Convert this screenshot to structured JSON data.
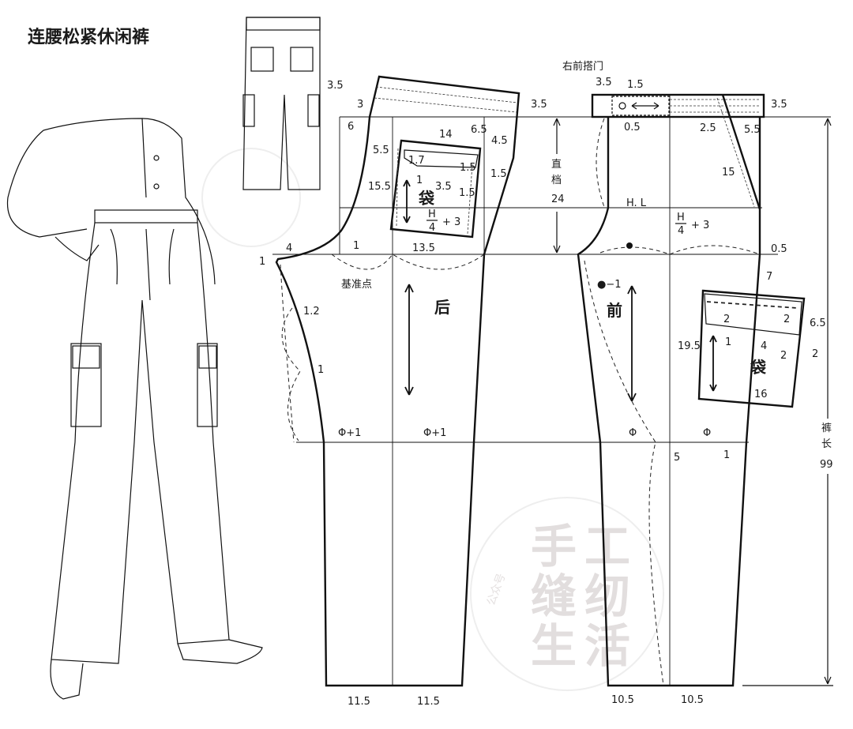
{
  "title": "连腰松紧休闲裤",
  "watermark": {
    "text": [
      "手",
      "工",
      "缝",
      "纫",
      "生",
      "活"
    ],
    "small": "公众号"
  },
  "back": {
    "labels": [
      "3.5",
      "3",
      "6",
      "14",
      "6.5",
      "4.5",
      "5.5",
      "1.7",
      "1.5",
      "1.5",
      "15.5",
      "1",
      "3.5",
      "1.5",
      "袋",
      "13.5",
      "4",
      "1",
      "1",
      "基准点",
      "后",
      "1.2",
      "1",
      "Φ+1",
      "Φ+1",
      "11.5",
      "11.5",
      "3.5"
    ],
    "formula": {
      "num": "H",
      "den": "4",
      "plus": "+ 3"
    }
  },
  "front": {
    "labels": [
      "右前搭门",
      "3.5",
      "1.5",
      "0.5",
      "2.5",
      "5.5",
      "3.5",
      "直",
      "档",
      "24",
      "15",
      "H. L",
      "0.5",
      "7",
      "●−1",
      "前",
      "2",
      "2",
      "6.5",
      "19.5",
      "1",
      "4",
      "2",
      "2",
      "袋",
      "16",
      "Φ",
      "Φ",
      "5",
      "1",
      "裤",
      "长",
      "99",
      "10.5",
      "10.5"
    ],
    "formula": {
      "num": "H",
      "den": "4",
      "plus": "+ 3"
    }
  }
}
